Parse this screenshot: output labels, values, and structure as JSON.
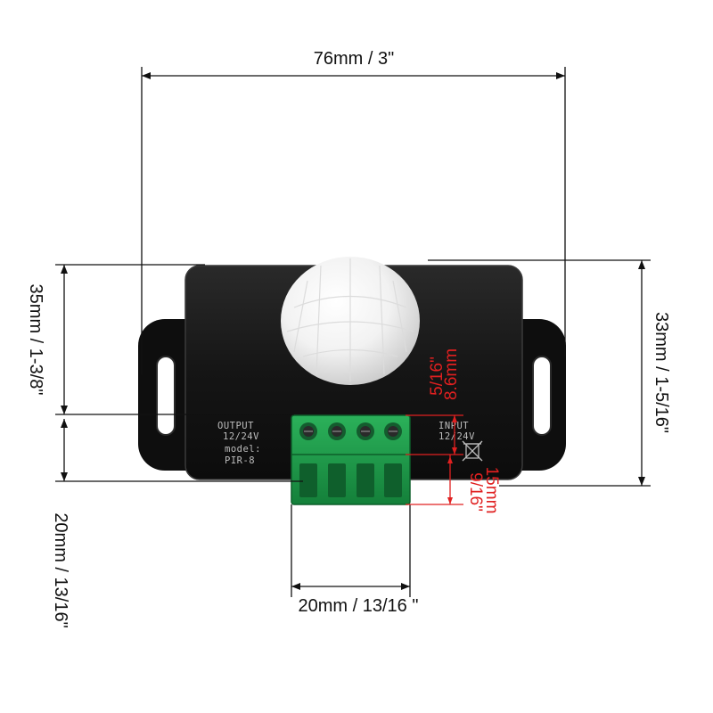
{
  "dimensions": {
    "width_total": "76mm / 3\"",
    "height_body": "35mm / 1-3/8\"",
    "height_total": "33mm / 1-5/16\"",
    "terminal_height": "20mm / 13/16\"",
    "terminal_width": "20mm / 13/16  \"",
    "dome_height": "8.6mm",
    "dome_height_in": "5/16\"",
    "terminal_depth": "15mm",
    "terminal_depth_in": "9/16\""
  },
  "device": {
    "output_label": "OUTPUT",
    "output_voltage": "12/24V",
    "model_label": "model:",
    "model_name": "PIR-8",
    "input_label": "INPUT",
    "input_voltage": "12/24V"
  },
  "colors": {
    "dimension_line": "#111111",
    "accent_red": "#e02020",
    "housing": "#141414",
    "terminal_green": "#1f9a4a"
  }
}
